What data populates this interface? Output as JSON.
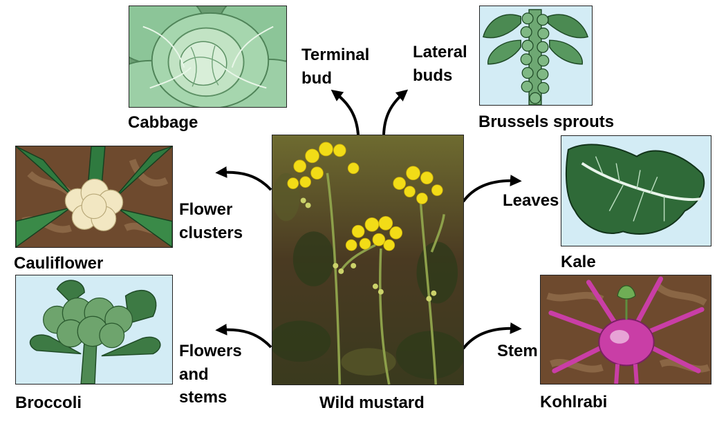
{
  "center": {
    "name": "Wild mustard"
  },
  "derivatives": {
    "cabbage": {
      "name": "Cabbage",
      "part": [
        "Terminal",
        "bud"
      ]
    },
    "brussels": {
      "name": "Brussels sprouts",
      "part": [
        "Lateral",
        "buds"
      ]
    },
    "cauliflower": {
      "name": "Cauliflower",
      "part": [
        "Flower",
        "clusters"
      ]
    },
    "kale": {
      "name": "Kale",
      "part": [
        "Leaves"
      ]
    },
    "broccoli": {
      "name": "Broccoli",
      "part": [
        "Flowers",
        "and",
        "stems"
      ]
    },
    "kohlrabi": {
      "name": "Kohlrabi",
      "part": [
        "Stem"
      ]
    }
  },
  "colors": {
    "soil": "#6e4a2e",
    "sky": "#d3ecf5",
    "leaf_green": "#3f8a4a",
    "cabbage_green": "#8cc598",
    "cauliflower_curd": "#f2e7c2",
    "kohlrabi_purple": "#c93ea6",
    "mustard_yellow": "#f2dc17"
  }
}
